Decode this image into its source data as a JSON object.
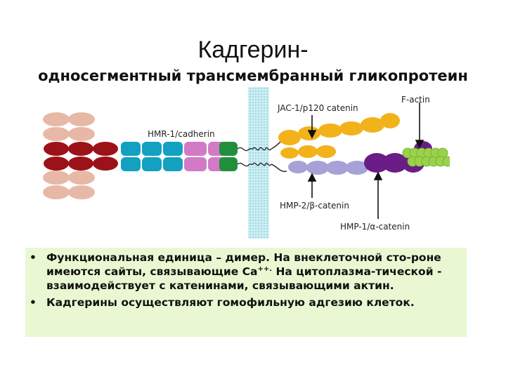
{
  "header": {
    "title": "Кадгерин-",
    "subtitle": "односегментный трансмембранный гликопротеин"
  },
  "labels": {
    "hmr1": "HMR-1/cadherin",
    "jac1": "JAC-1/p120 catenin",
    "factin": "F-actin",
    "hmp2": "HMP-2/β-catenin",
    "hmp1": "HMP-1/α-catenin"
  },
  "bullets": {
    "b1_part1": "Функциональная единица – димер. На внеклеточной сто-роне имеются сайты, связывающие Ca",
    "b1_sup": "++.",
    "b1_part2": " На цитоплазма-тической - взаимодействует с катенинами, связывающими актин.",
    "b2": "Кадгерины осуществляют гомофильную адгезию клеток."
  },
  "colors": {
    "pale_salmon": "#e8b8a6",
    "dark_red": "#9b1218",
    "teal": "#14a0c0",
    "pink": "#d27ac6",
    "green": "#1f8f3c",
    "membrane": "#8fd4e0",
    "yellow": "#f2b21a",
    "lavender": "#a4a2d6",
    "purple": "#6a1d86",
    "lime": "#9bd24c",
    "box": "#e9f8d2"
  }
}
